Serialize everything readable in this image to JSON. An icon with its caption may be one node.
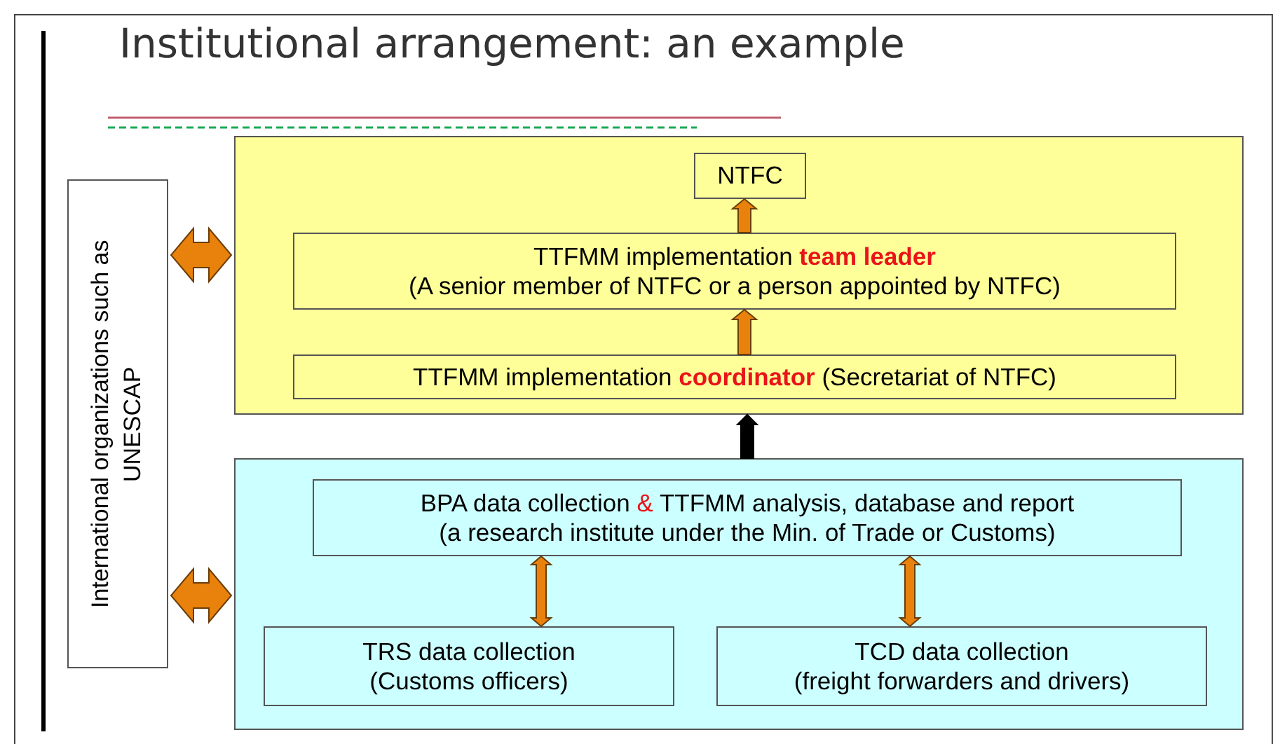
{
  "diagram": {
    "title": "Institutional arrangement: an example",
    "nodes": [
      {
        "text": [
          "International organizations such as UNESCAP"
        ]
      },
      {
        "text": [],
        "shape": "box"
      },
      {
        "text": [
          "NTFC"
        ],
        "in": 1
      },
      {
        "text": [
          "TTFMM implementation **team leader**",
          "(A senior member of NTFC or a person appointed by NTFC)"
        ],
        "in": 1
      },
      {
        "text": [
          "TTFMM implementation **coordinator** (Secretariat of NTFC)"
        ],
        "in": 1
      },
      {
        "text": [],
        "shape": "box"
      },
      {
        "text": [
          "BPA data collection *&* TTFMM analysis, database and report",
          "(a research institute under the Min. of Trade or Customs)"
        ],
        "in": 5
      },
      {
        "text": [
          "TRS data collection",
          "(Customs officers)"
        ],
        "in": 5
      },
      {
        "text": [
          "TCD data collection",
          "(freight forwarders and drivers)"
        ],
        "in": 5
      }
    ],
    "edges": [
      {
        "from": 3,
        "to": 2,
        "arrow": "to"
      },
      {
        "from": 4,
        "to": 3,
        "arrow": "to"
      },
      {
        "from": 5,
        "to": 1,
        "arrow": "to",
        "color": "#000000"
      },
      {
        "from": 0,
        "to": 1,
        "arrow": "both"
      },
      {
        "from": 0,
        "to": 5,
        "arrow": "both"
      },
      {
        "from": 6,
        "to": 7,
        "arrow": "both"
      },
      {
        "from": 6,
        "to": 8,
        "arrow": "both"
      }
    ]
  }
}
